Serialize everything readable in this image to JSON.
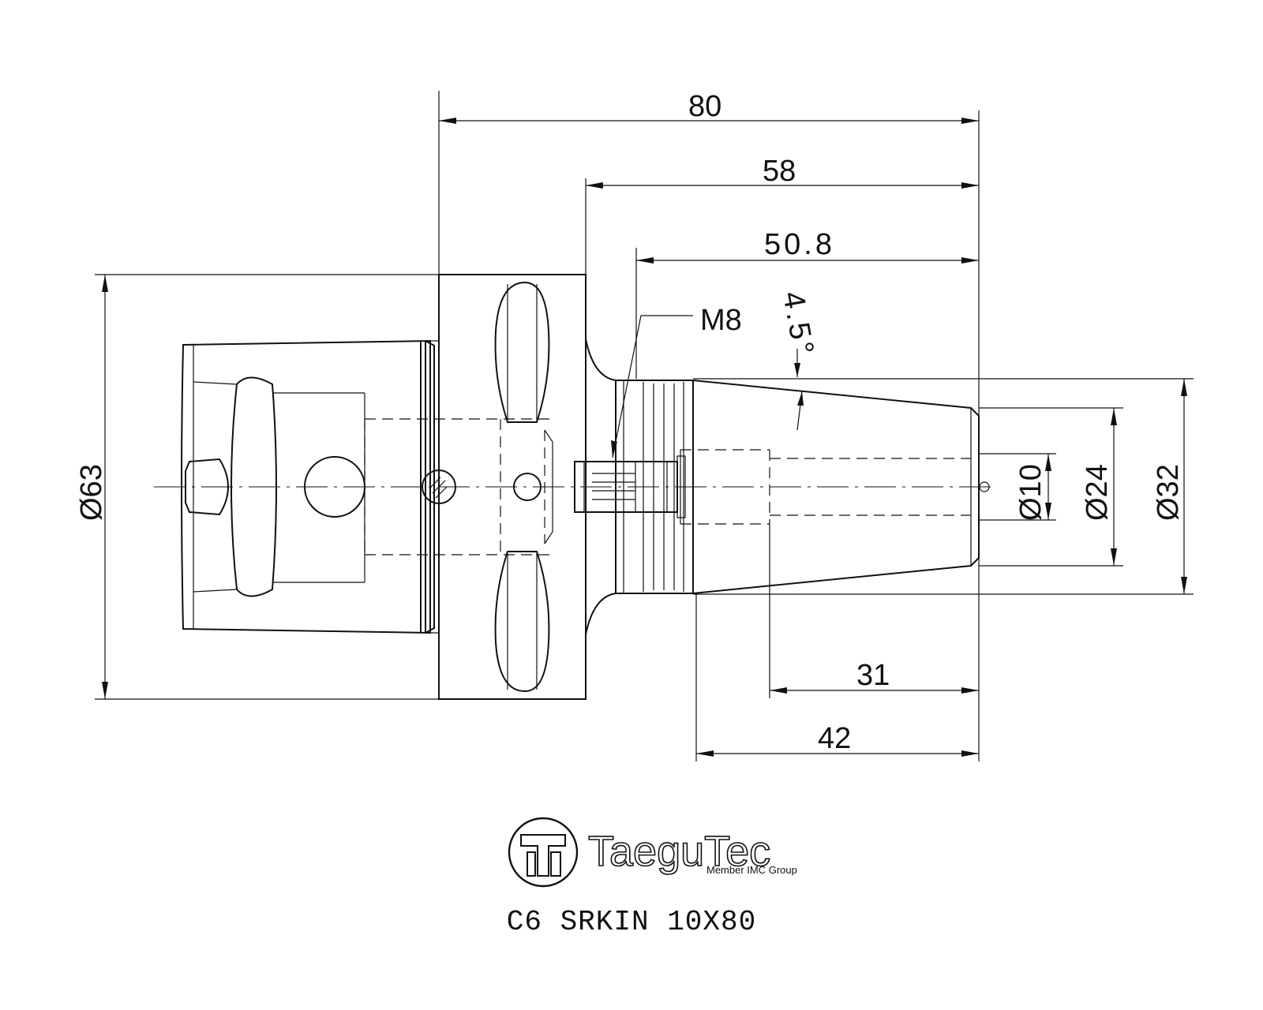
{
  "dimensions": {
    "length_total": "80",
    "length_58": "58",
    "length_50_8": "50.8",
    "thread": "M8",
    "taper_angle": "4.5°",
    "dia_flange": "Ø63",
    "dia_bore": "Ø10",
    "dia_tip": "Ø24",
    "dia_taper": "Ø32",
    "length_31": "31",
    "length_42": "42"
  },
  "logo": {
    "brand": "TaeguTec",
    "tagline": "Member IMC Group"
  },
  "part_number": "C6 SRKIN 10X80"
}
